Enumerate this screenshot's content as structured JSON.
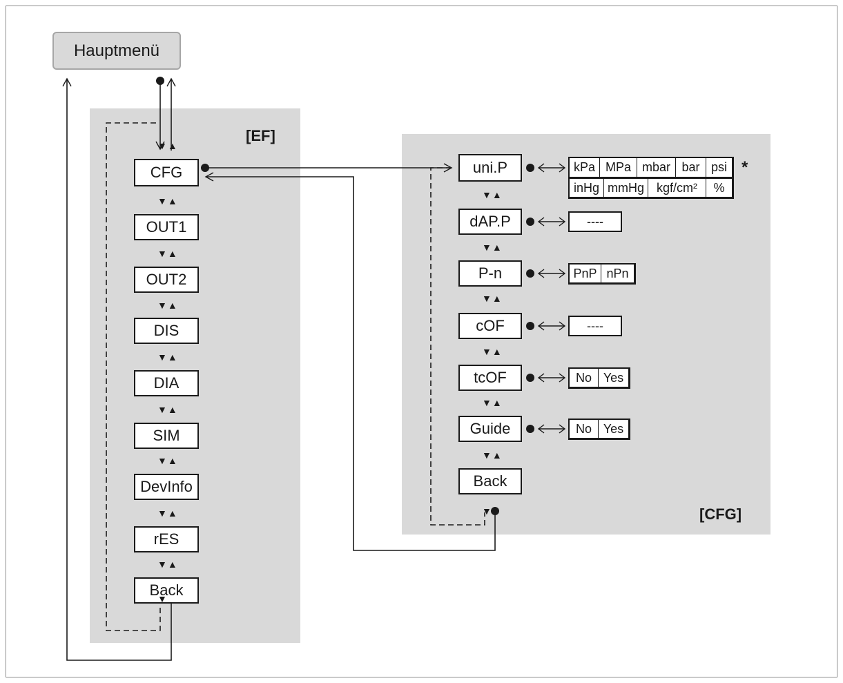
{
  "main_menu": {
    "label": "Hauptmenü"
  },
  "ef_panel": {
    "title": "[EF]",
    "items": [
      "CFG",
      "OUT1",
      "OUT2",
      "DIS",
      "DIA",
      "SIM",
      "DevInfo",
      "rES",
      "Back"
    ]
  },
  "cfg_panel": {
    "title": "[CFG]",
    "items": [
      "uni.P",
      "dAP.P",
      "P-n",
      "cOF",
      "tcOF",
      "Guide",
      "Back"
    ]
  },
  "options": {
    "uni_p_row1": [
      "kPa",
      "MPa",
      "mbar",
      "bar",
      "psi"
    ],
    "uni_p_row2": [
      "inHg",
      "mmHg",
      "kgf/cm²",
      "%"
    ],
    "uni_p_note": "*",
    "dap_p": "----",
    "p_n": [
      "PnP",
      "nPn"
    ],
    "cof": "----",
    "tcof": [
      "No",
      "Yes"
    ],
    "guide": [
      "No",
      "Yes"
    ]
  },
  "nav_symbol": "▼▲",
  "colors": {
    "panel": "#d9d9d9",
    "line": "#1a1a1a",
    "frame": "#8c8c8c"
  }
}
